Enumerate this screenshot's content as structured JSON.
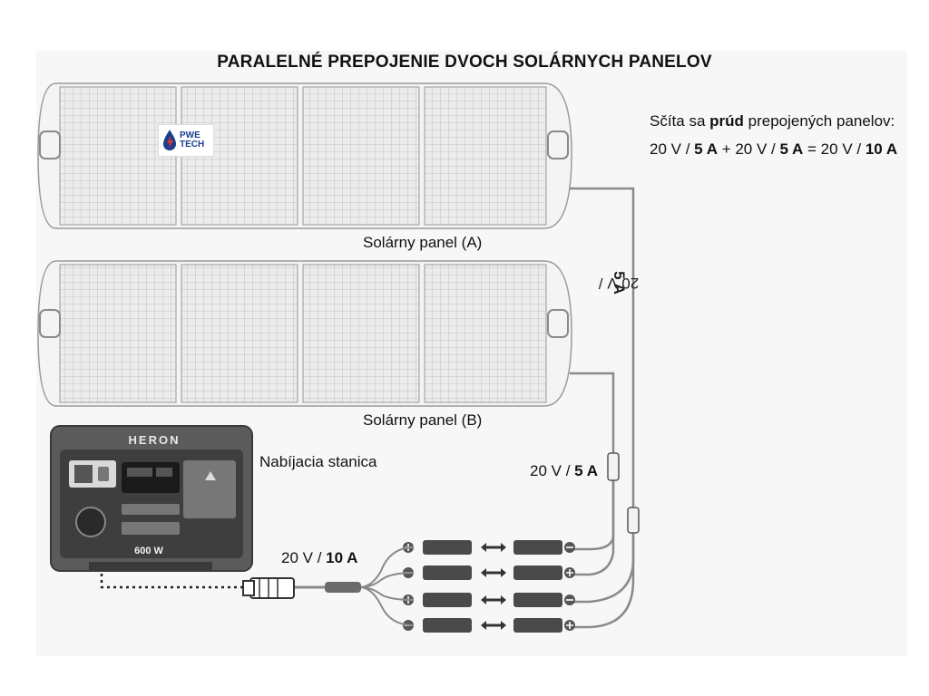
{
  "title": "PARALELNÉ PREPOJENIE DVOCH SOLÁRNYCH PANELOV",
  "formula": {
    "line1_prefix": "Sčíta sa ",
    "line1_bold": "prúd",
    "line1_suffix": " prepojených panelov:",
    "line2_p1": "20 V / ",
    "line2_b1": "5 A",
    "line2_p2": " + 20 V / ",
    "line2_b2": "5 A",
    "line2_p3": " = 20 V / ",
    "line2_b3": "10 A"
  },
  "panel_a_label": "Solárny panel (A)",
  "panel_b_label": "Solárny panel (B)",
  "station_label": "Nabíjacia stanica",
  "station_brand": "HERON",
  "station_watt": "600 W",
  "logo": {
    "line1": "PWE",
    "line2": "TECH"
  },
  "cable_a": {
    "voltage": "20 V / ",
    "current": "5 A"
  },
  "cable_b": {
    "voltage": "20 V / ",
    "current": "5 A"
  },
  "cable_out": {
    "voltage": "20 V / ",
    "current": "10 A"
  },
  "colors": {
    "panel_fill": "#e9e9e9",
    "panel_grid": "#b4b4b4",
    "station_body": "#5a5a5a",
    "cable": "#888888"
  }
}
